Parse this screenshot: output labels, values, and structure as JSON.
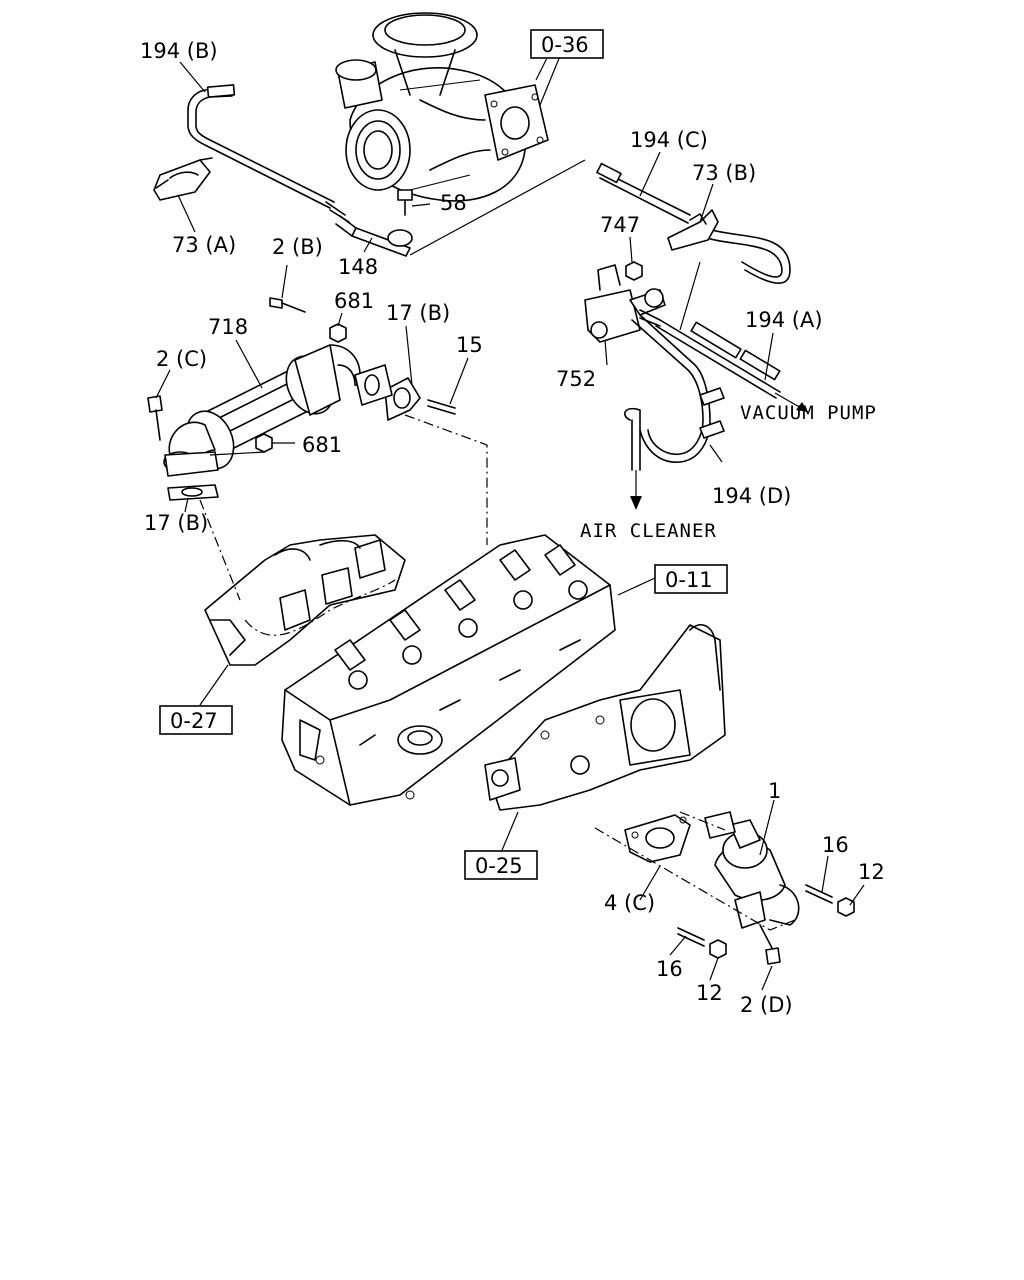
{
  "callouts": {
    "c194B": "194 (B)",
    "c73A": "73 (A)",
    "c148": "148",
    "c58": "58",
    "c194C": "194 (C)",
    "c73B": "73 (B)",
    "c747": "747",
    "c194A": "194 (A)",
    "c752": "752",
    "c2B": "2 (B)",
    "c681a": "681",
    "c17Ba": "17 (B)",
    "c15": "15",
    "c718": "718",
    "c2C": "2 (C)",
    "c681b": "681",
    "c17Bb": "17 (B)",
    "c194D": "194 (D)",
    "c1": "1",
    "c16a": "16",
    "c12a": "12",
    "c4C": "4 (C)",
    "c16b": "16",
    "c12b": "12",
    "c2D": "2 (D)"
  },
  "destinations": {
    "vacuum_pump": "VACUUM PUMP",
    "air_cleaner": "AIR CLEANER"
  },
  "references": {
    "r036": "0-36",
    "r011": "0-11",
    "r027": "0-27",
    "r025": "0-25"
  }
}
